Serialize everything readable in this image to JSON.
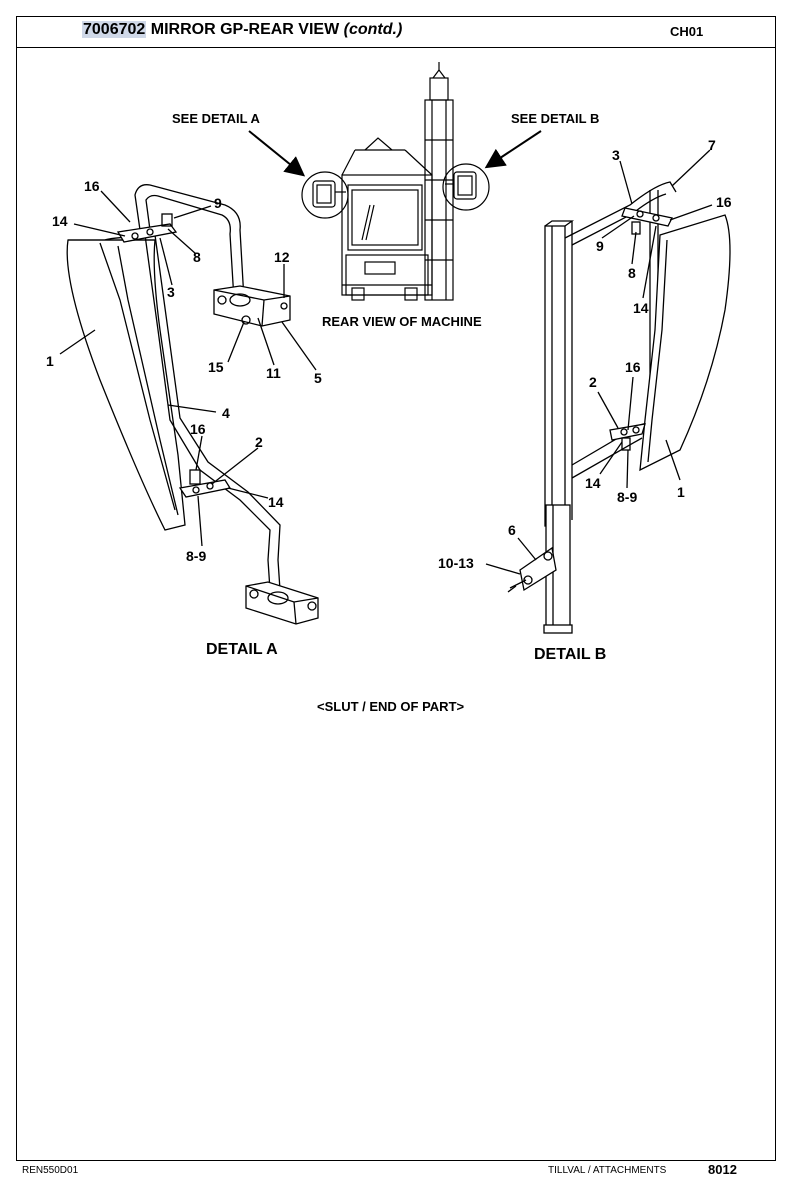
{
  "header": {
    "part_number": "7006702",
    "title": " MIRROR GP-REAR VIEW ",
    "title_suffix": "(contd.)",
    "chapter": "CH01"
  },
  "drawing": {
    "center_caption": "REAR VIEW OF MACHINE",
    "see_detail_a": "SEE DETAIL A",
    "see_detail_b": "SEE DETAIL B",
    "detail_a_caption": "DETAIL A",
    "detail_b_caption": "DETAIL B",
    "detail_a_callouts": {
      "c16_top": "16",
      "c9": "9",
      "c14_top": "14",
      "c8": "8",
      "c3": "3",
      "c12": "12",
      "c1": "1",
      "c15": "15",
      "c11": "11",
      "c5": "5",
      "c4": "4",
      "c16_mid": "16",
      "c2": "2",
      "c14_bot": "14",
      "c8_9": "8-9"
    },
    "detail_b_callouts": {
      "c3": "3",
      "c7": "7",
      "c16_top": "16",
      "c9": "9",
      "c8": "8",
      "c14_top": "14",
      "c2": "2",
      "c16_mid": "16",
      "c14_bot": "14",
      "c8_9": "8-9",
      "c1": "1",
      "c6": "6",
      "c10_13": "10-13"
    }
  },
  "end_of_part": "<SLUT / END OF PART>",
  "footer": {
    "doc_code": "REN550D01",
    "section": "TILLVAL / ATTACHMENTS",
    "page": "8012"
  }
}
